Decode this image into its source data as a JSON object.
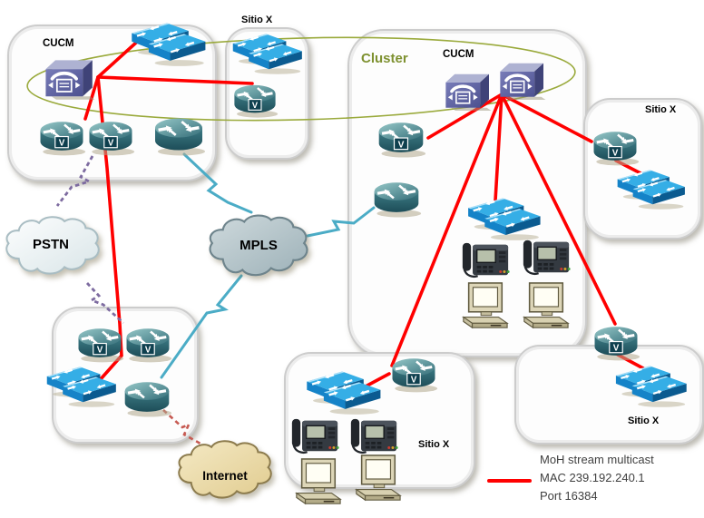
{
  "colors": {
    "moh_line": "#ff0000",
    "mpls_link": "#4bacc6",
    "pstn_link": "#7d6ba0",
    "internet_link": "#c65a52",
    "cluster_ring": "#9aaa3c",
    "cluster_label": "#7e9130",
    "legend_text": "#3f3f3f"
  },
  "sites": {
    "top_left": {
      "cucm_label": "CUCM"
    },
    "top_middle": {
      "label": "Sitio X"
    },
    "main": {
      "cluster_label": "Cluster",
      "cucm_label": "CUCM"
    },
    "right": {
      "label": "Sitio X"
    },
    "bottom_right": {
      "label": "Sitio X"
    },
    "bottom_middle": {
      "label": "Sitio X"
    }
  },
  "clouds": {
    "pstn": {
      "label": "PSTN"
    },
    "mpls": {
      "label": "MPLS"
    },
    "internet": {
      "label": "Internet"
    }
  },
  "legend": {
    "line1": "MoH stream multicast",
    "line2": "MAC 239.192.240.1",
    "line3": "Port 16384"
  }
}
